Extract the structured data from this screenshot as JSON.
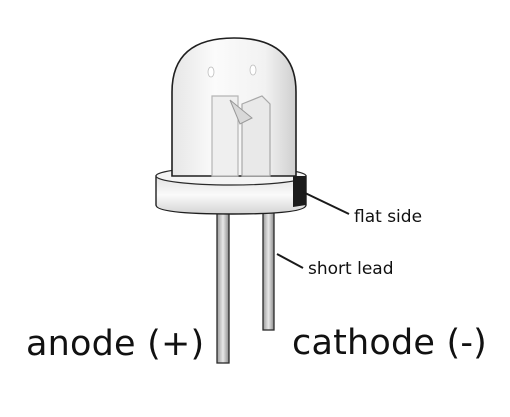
{
  "labels": {
    "flat_side": "flat side",
    "short_lead": "short lead",
    "anode": "anode (+)",
    "cathode": "cathode (-)"
  },
  "colors": {
    "outline": "#1a1a1a",
    "led_body": "#f7f7f7",
    "led_shadow": "#d9d9d9",
    "lead": "#cfcfcf",
    "text": "#111111"
  }
}
